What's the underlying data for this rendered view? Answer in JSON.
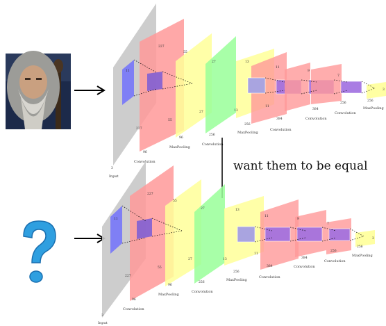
{
  "top_network": {
    "input_label": "Input",
    "input_dim": "3",
    "conv1": {
      "label": "Convolution",
      "dims": [
        "227",
        "227",
        "96"
      ]
    },
    "kernel1": "11",
    "pool1": {
      "label": "MaxPooling",
      "dims": [
        "55",
        "55",
        "96"
      ]
    },
    "conv2": {
      "label": "Convolution",
      "dims": [
        "27",
        "27",
        "256"
      ]
    },
    "pool2": {
      "label": "MaxPooling",
      "dims": [
        "13",
        "13",
        "256"
      ]
    },
    "conv3": {
      "label": "Convolution",
      "dims": [
        "11",
        "11",
        "384"
      ]
    },
    "conv4": {
      "label": "Convolution",
      "dims": [
        "9",
        "384"
      ]
    },
    "conv5": {
      "label": "Convolution",
      "dims": [
        "7",
        "256"
      ]
    },
    "pool3": {
      "label": "MaxPooling",
      "dims": [
        "3",
        "256"
      ]
    }
  },
  "bottom_network": {
    "input_label": "Input",
    "input_dim": "3",
    "conv1": {
      "label": "Convolution",
      "dims": [
        "227",
        "227",
        "96"
      ]
    },
    "kernel1": "11",
    "pool1": {
      "label": "MaxPooling",
      "dims": [
        "55",
        "55",
        "96"
      ]
    },
    "conv2": {
      "label": "Convolution",
      "dims": [
        "27",
        "27",
        "256"
      ]
    },
    "pool2": {
      "label": "MaxPooling",
      "dims": [
        "13",
        "13",
        "256"
      ]
    },
    "conv3": {
      "label": "Convolution",
      "dims": [
        "11",
        "11",
        "384"
      ]
    },
    "conv4": {
      "label": "Convolution",
      "dims": [
        "9",
        "384"
      ]
    },
    "conv5": {
      "label": "Convolution",
      "dims": [
        "7",
        "256"
      ]
    },
    "pool3": {
      "label": "MaxPooling",
      "dims": [
        "3",
        "256"
      ]
    }
  },
  "connector_text": "want them to be equal",
  "question_symbol": "?",
  "colors": {
    "input": "#c8c8c8",
    "conv": "#ff9999",
    "pool": "#ffff99",
    "conv2": "#99ff99",
    "kernel": "#6b6bff",
    "question": "#2f9fe0"
  }
}
